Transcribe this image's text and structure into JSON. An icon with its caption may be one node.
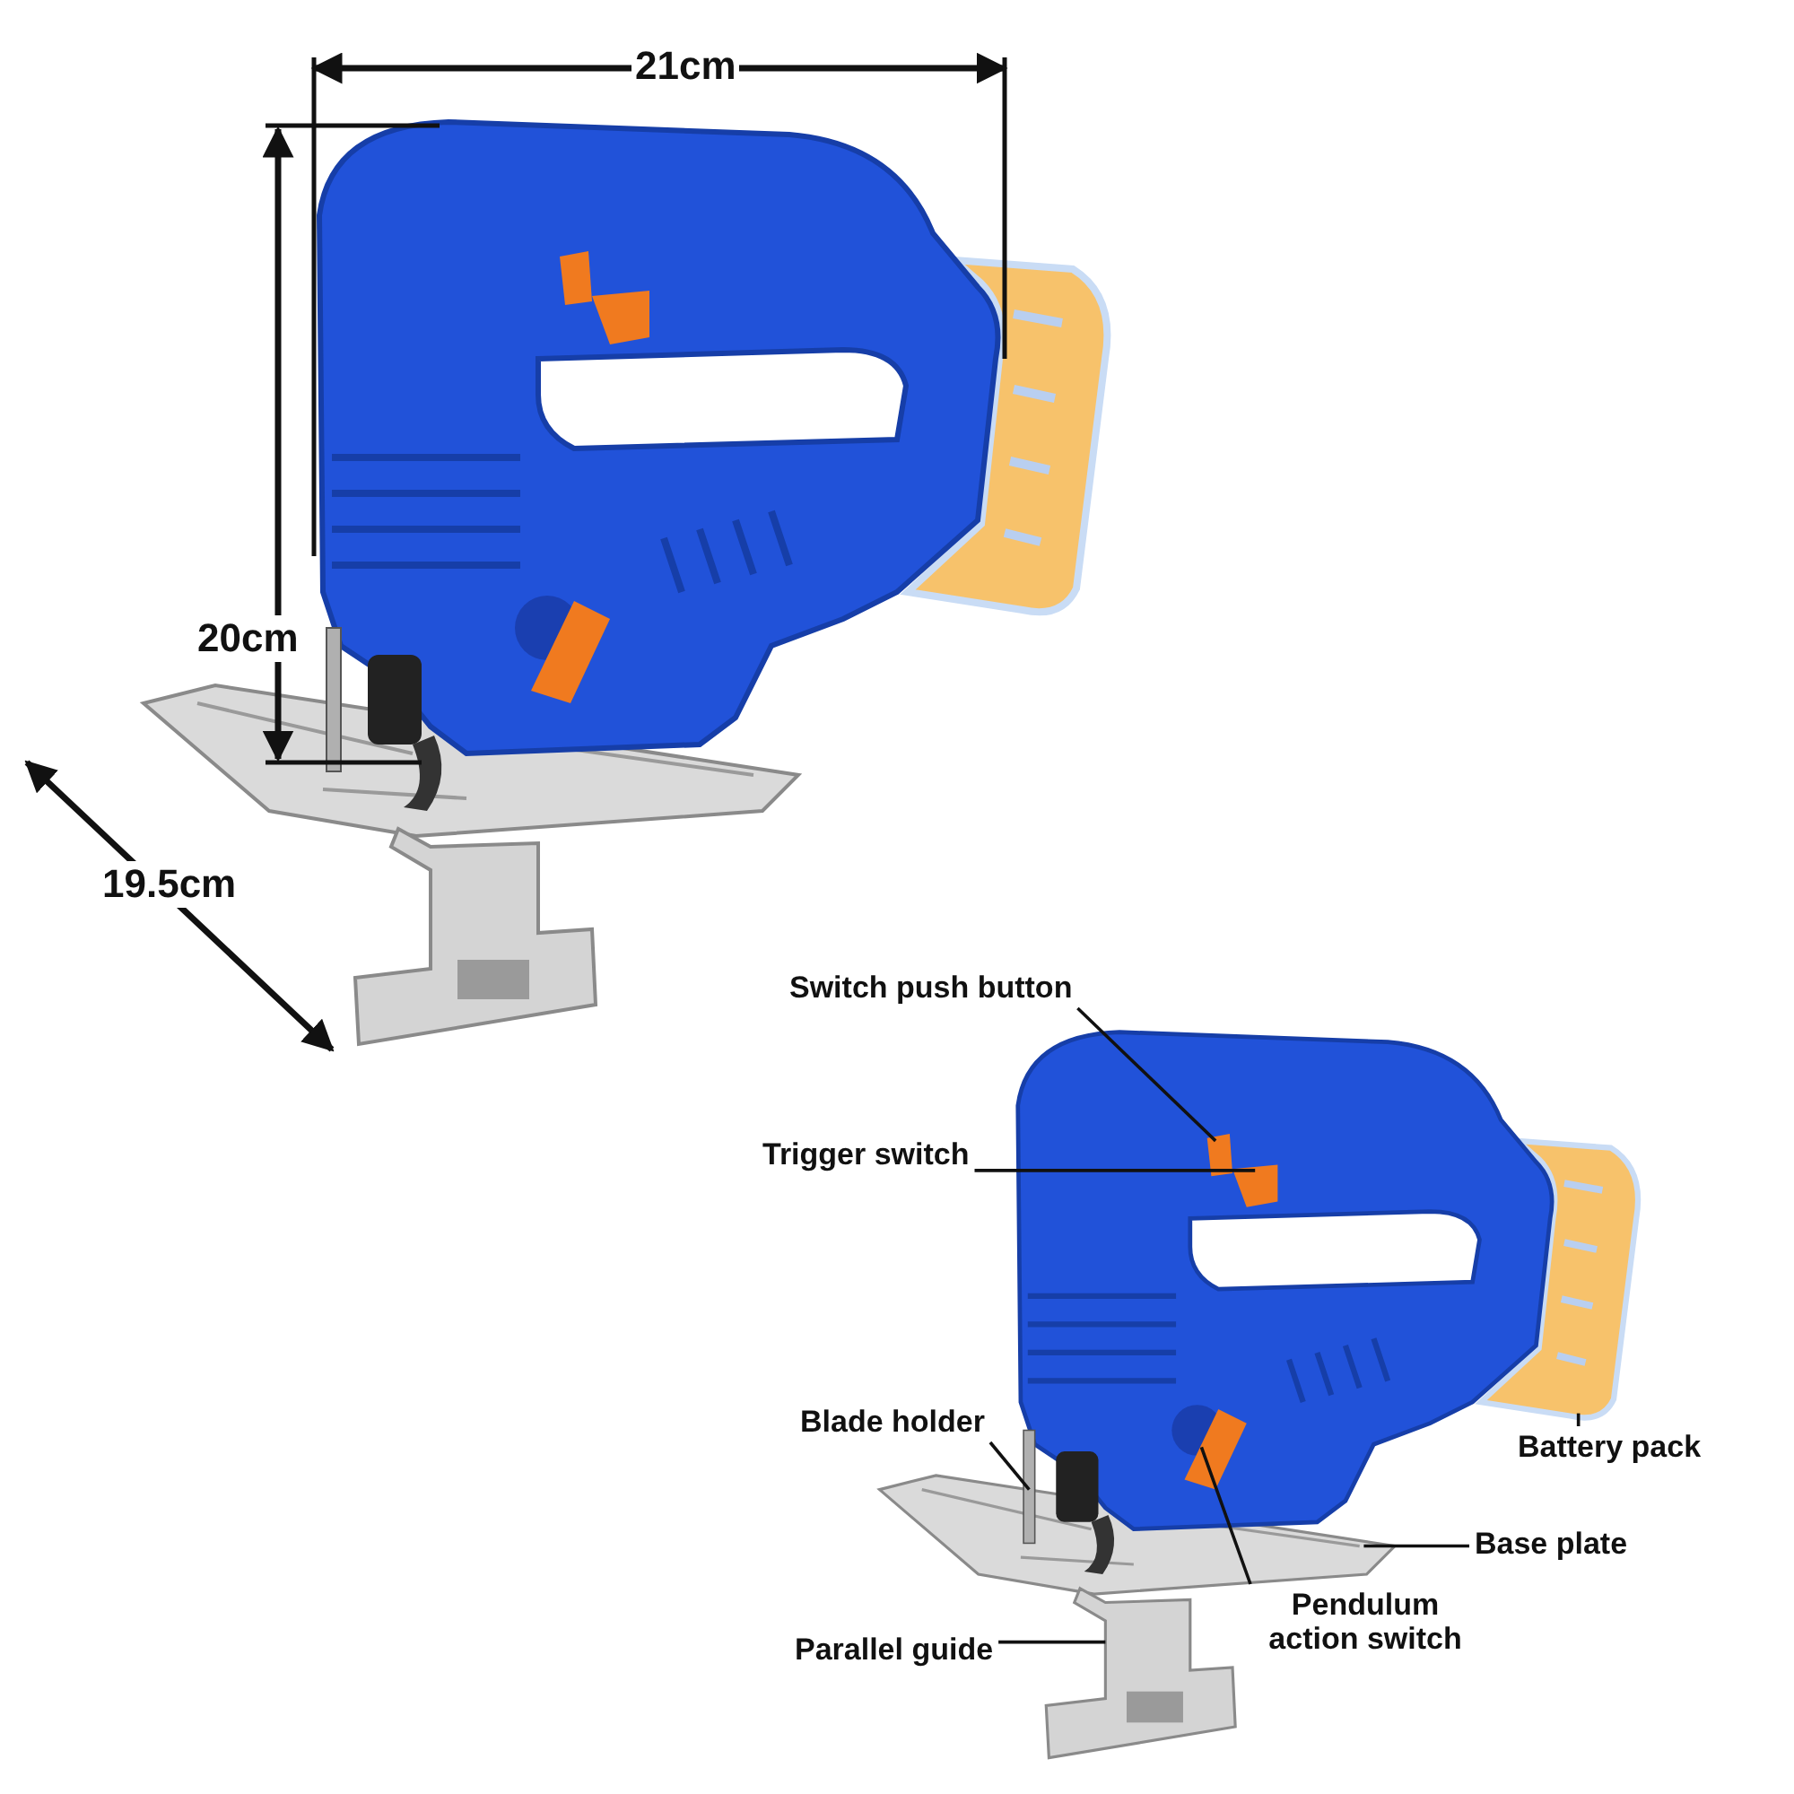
{
  "diagram": {
    "nodes": [
      {
        "text": [
          "Switch push button"
        ]
      },
      {
        "text": [],
        "shape": "picture"
      },
      {
        "text": [
          "Trigger switch"
        ]
      },
      {
        "text": [],
        "shape": "picture"
      },
      {
        "text": [
          "Battery pack"
        ]
      },
      {
        "text": [],
        "shape": "picture"
      },
      {
        "text": [
          "Blade holder"
        ]
      },
      {
        "text": [],
        "shape": "picture"
      },
      {
        "text": [
          "Base plate"
        ]
      },
      {
        "text": [],
        "shape": "picture"
      },
      {
        "text": [
          "Pendulum action switch"
        ]
      },
      {
        "text": [],
        "shape": "picture"
      },
      {
        "text": [
          "Parallel guide"
        ]
      },
      {
        "text": [],
        "shape": "picture"
      }
    ],
    "edges": [
      {
        "from": 0,
        "to": 1,
        "arrow": "none"
      },
      {
        "from": 2,
        "to": 3,
        "arrow": "none"
      },
      {
        "from": 4,
        "to": 5,
        "arrow": "none"
      },
      {
        "from": 6,
        "to": 7,
        "arrow": "none"
      },
      {
        "from": 8,
        "to": 9,
        "arrow": "none"
      },
      {
        "from": 10,
        "to": 11,
        "arrow": "none"
      },
      {
        "from": 12,
        "to": 13,
        "arrow": "none"
      }
    ],
    "labels": [
      "21cm",
      "20cm",
      "19.5cm"
    ]
  }
}
